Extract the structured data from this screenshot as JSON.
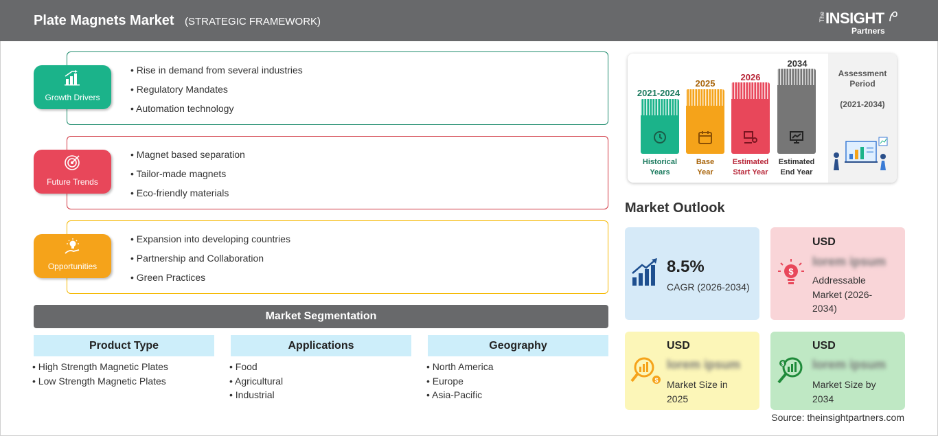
{
  "header": {
    "title": "Plate Magnets Market",
    "subtitle": "(STRATEGIC FRAMEWORK)",
    "logo": {
      "the": "The",
      "insight": "INSIGHT",
      "partners": "Partners"
    }
  },
  "factors": [
    {
      "label": "Growth Drivers",
      "color": "#1bb38a",
      "border": "#1b8a6b",
      "icon": "bar-chart-up-icon",
      "items": [
        "Rise in demand from several industries",
        "Regulatory Mandates",
        "Automation technology"
      ]
    },
    {
      "label": "Future Trends",
      "color": "#e8475a",
      "border": "#d0343f",
      "icon": "target-icon",
      "items": [
        "Magnet based separation",
        "Tailor-made magnets",
        "Eco-friendly materials"
      ]
    },
    {
      "label": "Opportunities",
      "color": "#f5a31a",
      "border": "#f5b800",
      "icon": "lightbulb-hand-icon",
      "items": [
        "Expansion into developing countries",
        "Partnership and Collaboration",
        "Green Practices"
      ]
    }
  ],
  "segmentation": {
    "title": "Market Segmentation",
    "columns": [
      {
        "head": "Product Type",
        "items": [
          "High Strength Magnetic Plates",
          "Low Strength Magnetic Plates"
        ]
      },
      {
        "head": "Applications",
        "items": [
          "Food",
          "Agricultural",
          "Industrial"
        ]
      },
      {
        "head": "Geography",
        "items": [
          "North America",
          "Europe",
          "Asia-Pacific"
        ]
      }
    ]
  },
  "assessment": {
    "bars": [
      {
        "year": "2021-2024",
        "caption": [
          "Historical",
          "Years"
        ],
        "color": "#1bb38a",
        "text_color": "#1b7a5e"
      },
      {
        "year": "2025",
        "caption": [
          "Base",
          "Year"
        ],
        "color": "#f5a31a",
        "text_color": "#a8640a"
      },
      {
        "year": "2026",
        "caption": [
          "Estimated",
          "Start Year"
        ],
        "color": "#e8475a",
        "text_color": "#b8283a"
      },
      {
        "year": "2034",
        "caption": [
          "Estimated",
          "End Year"
        ],
        "color": "#767676",
        "text_color": "#333333"
      }
    ],
    "period_label": [
      "Assessment",
      "Period",
      "(2021-2034)"
    ]
  },
  "outlook": {
    "title": "Market Outlook",
    "cagr": {
      "value": "8.5%",
      "label": "CAGR (2026-2034)",
      "bg": "#d6eaf8"
    },
    "addressable": {
      "usd": "USD",
      "value": "lorem ipsum",
      "label": [
        "Addressable",
        "Market (2026-",
        "2034)"
      ],
      "bg": "#f9d5d8"
    },
    "size_2025": {
      "usd": "USD",
      "value": "lorem ipsum",
      "label": [
        "Market Size in",
        "2025"
      ],
      "bg": "#fcf6b8"
    },
    "size_2034": {
      "usd": "USD",
      "value": "lorem ipsum",
      "label": [
        "Market Size by",
        "2034"
      ],
      "bg": "#bfe8c4"
    }
  },
  "source": "Source: theinsightpartners.com"
}
